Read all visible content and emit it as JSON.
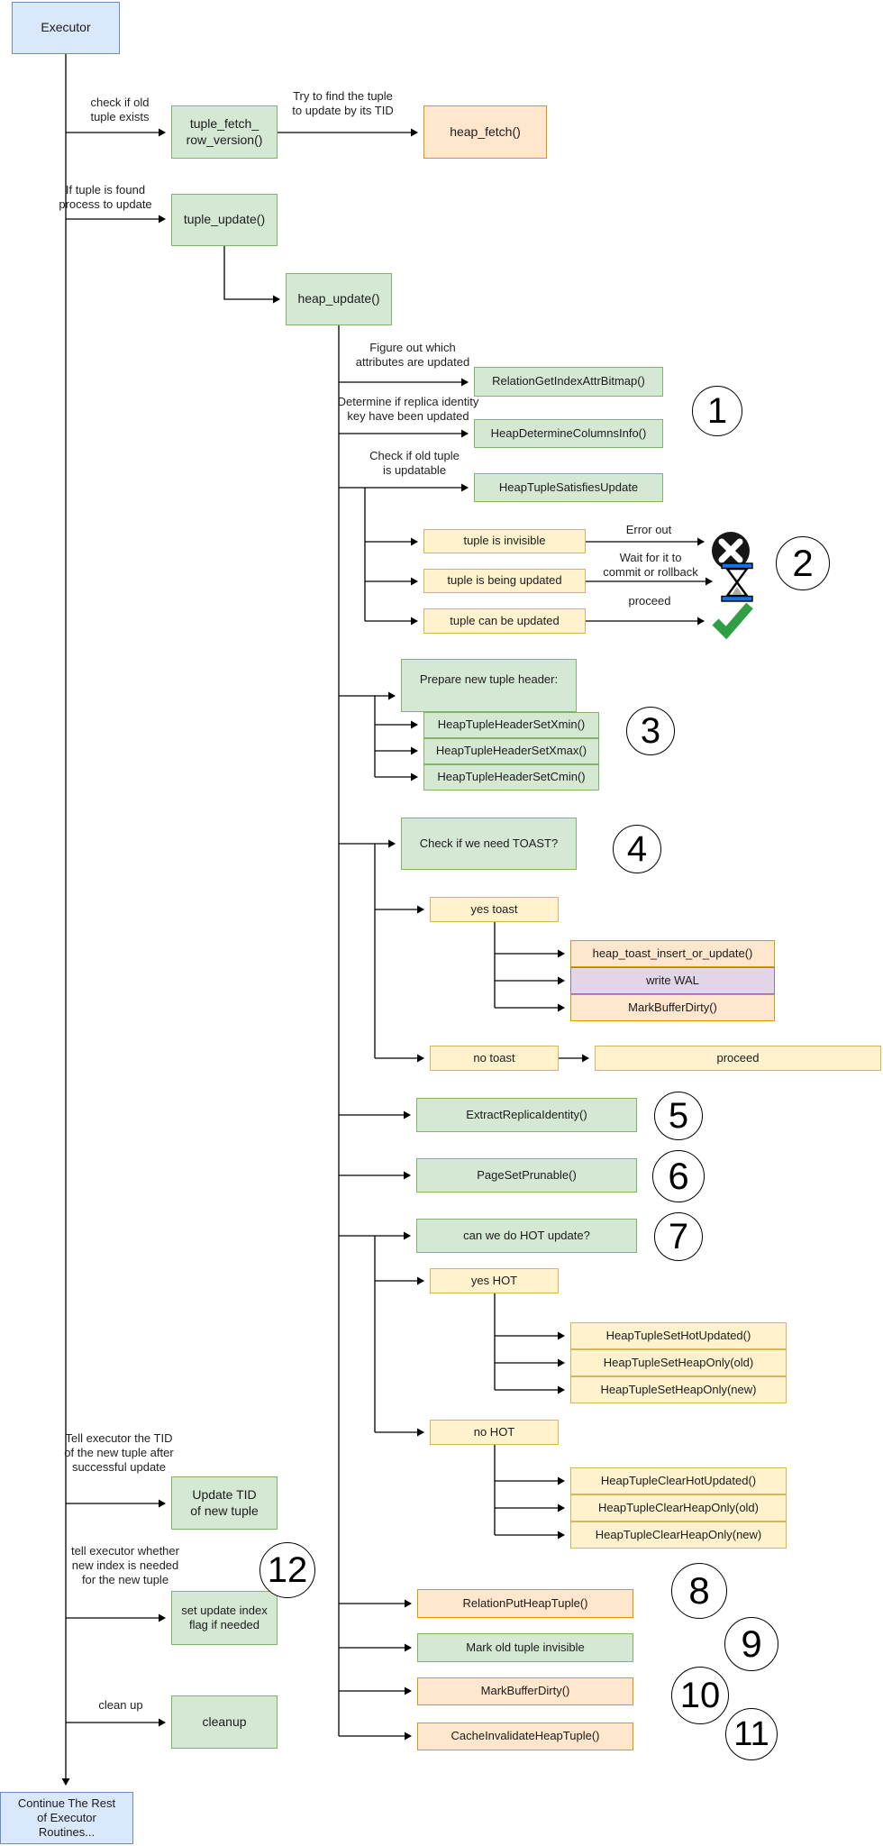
{
  "nodes": {
    "executor": "Executor",
    "tuple_fetch_row_version": "tuple_fetch_\nrow_version()",
    "heap_fetch": "heap_fetch()",
    "tuple_update": "tuple_update()",
    "heap_update": "heap_update()",
    "relation_get_index_attr_bitmap": "RelationGetIndexAttrBitmap()",
    "heap_determine_columns_info": "HeapDetermineColumnsInfo()",
    "heap_tuple_satisfies_update": "HeapTupleSatisfiesUpdate",
    "tuple_is_invisible": "tuple is invisible",
    "tuple_is_being_updated": "tuple is being updated",
    "tuple_can_be_updated": "tuple can be updated",
    "prepare_new_tuple_header": "Prepare new tuple header:",
    "heap_tuple_header_set_xmin": "HeapTupleHeaderSetXmin()",
    "heap_tuple_header_set_xmax": "HeapTupleHeaderSetXmax()",
    "heap_tuple_header_set_cmin": "HeapTupleHeaderSetCmin()",
    "check_if_we_need_toast": "Check if we need TOAST?",
    "yes_toast": "yes toast",
    "heap_toast_insert_or_update": "heap_toast_insert_or_update()",
    "write_wal": "write WAL",
    "mark_buffer_dirty_toast": "MarkBufferDirty()",
    "no_toast": "no toast",
    "proceed_box": "proceed",
    "extract_replica_identity": "ExtractReplicaIdentity()",
    "page_set_prunable": "PageSetPrunable()",
    "can_we_do_hot_update": "can we do HOT update?",
    "yes_hot": "yes HOT",
    "heap_tuple_set_hot_updated": "HeapTupleSetHotUpdated()",
    "heap_tuple_set_heap_only_old": "HeapTupleSetHeapOnly(old)",
    "heap_tuple_set_heap_only_new": "HeapTupleSetHeapOnly(new)",
    "no_hot": "no HOT",
    "heap_tuple_clear_hot_updated": "HeapTupleClearHotUpdated()",
    "heap_tuple_clear_heap_only_old": "HeapTupleClearHeapOnly(old)",
    "heap_tuple_clear_heap_only_new": "HeapTupleClearHeapOnly(new)",
    "relation_put_heap_tuple": "RelationPutHeapTuple()",
    "mark_old_tuple_invisible": "Mark old tuple invisible",
    "mark_buffer_dirty": "MarkBufferDirty()",
    "cache_invalidate_heap_tuple": "CacheInvalidateHeapTuple()",
    "update_tid_of_new_tuple": "Update TID\nof new tuple",
    "set_update_index_flag": "set update index\nflag if needed",
    "cleanup": "cleanup",
    "continue_executor": "Continue The Rest\nof Executor\nRoutines..."
  },
  "edge_labels": {
    "check_if_old_tuple_exists": "check if old\ntuple exists",
    "try_to_find_tuple": "Try to find the tuple\nto update by its TID",
    "if_tuple_is_found": "If tuple is found\nprocess to update",
    "figure_out_attributes": "Figure out which\nattributes are updated",
    "determine_replica_identity": "Determine if replica identity\nkey have been updated",
    "check_old_tuple_updatable": "Check if old tuple\nis updatable",
    "error_out": "Error out",
    "wait_commit_rollback": "Wait for it to\ncommit or rollback",
    "proceed": "proceed",
    "tell_executor_tid": "Tell executor the TID\nof the new tuple after\nsuccessful update",
    "tell_executor_index": "tell executor whether\nnew index is needed\nfor the new tuple",
    "clean_up": "clean up"
  },
  "step_markers": [
    "1",
    "2",
    "3",
    "4",
    "5",
    "6",
    "7",
    "8",
    "9",
    "10",
    "11",
    "12"
  ],
  "icons": {
    "error_icon": "black circle with white cross",
    "hourglass_icon": "hourglass with blue caps",
    "checkmark_icon": "green check mark"
  },
  "colors": {
    "green_fill": "#d5e8d4",
    "green_stroke": "#82b366",
    "orange_fill": "#ffe6cc",
    "orange_stroke": "#d79b00",
    "yellow_fill": "#fff2cc",
    "yellow_stroke": "#d6b656",
    "purple_fill": "#e1d5e7",
    "purple_stroke": "#9673a6",
    "blue_fill": "#dae8fc",
    "blue_stroke": "#6c8ebf",
    "checkmark_green": "#2f9e44",
    "hourglass_blue": "#1673e6"
  }
}
